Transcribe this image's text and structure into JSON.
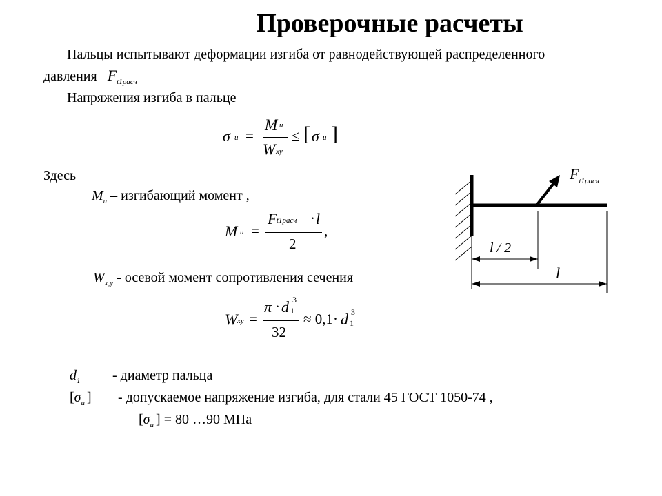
{
  "title": "Проверочные расчеты",
  "intro": {
    "line1": "Пальцы испытывают деформации изгиба от равнодействующей распределенного",
    "line2": "давления",
    "force_symbol": "F",
    "force_sub": "t1расч"
  },
  "stress_label": "Напряжения изгиба в пальце",
  "formula_sigma": {
    "sigma": "σ",
    "sub": "и",
    "eq": "=",
    "num": "M",
    "num_sub": "и",
    "den": "W",
    "den_sub": "xy",
    "leq": "≤",
    "lbr": "[",
    "rbr": "]"
  },
  "here": "Здесь",
  "moment": {
    "sym": "M",
    "sub": "и",
    "desc": "– изгибающий момент ,"
  },
  "formula_moment": {
    "lhs": "M",
    "lhs_sub": "и",
    "eq": "=",
    "num_F": "F",
    "num_sub": "t1расч",
    "num_dot": "·",
    "num_l": "l",
    "den": "2",
    "comma": ","
  },
  "section_modulus": {
    "sym": "W",
    "sub": "x,y",
    "desc": "-  осевой момент сопротивления сечения"
  },
  "formula_w": {
    "lhs": "W",
    "lhs_sub": "xy",
    "eq": "=",
    "num_pi": "π",
    "num_dot": "·",
    "num_d": "d",
    "num_d_sub": "1",
    "num_d_sup": "3",
    "den": "32",
    "approx": "≈ 0,1·",
    "rhs_d": "d",
    "rhs_sub": "1",
    "rhs_sup": "3"
  },
  "defs": {
    "d1_sym": "d",
    "d1_sub": "1",
    "d1_desc": "- диаметр пальца",
    "sig_lbr": "[",
    "sig_sym": "σ",
    "sig_sub": "и",
    "sig_rbr": "]",
    "sig_desc": "- допускаемое напряжение  изгиба, для стали 45 ГОСТ 1050-74 ,",
    "val_text": "= 80 …90 МПа"
  },
  "diagram": {
    "force_label": "F",
    "force_sub": "t1расч",
    "half_label": "l / 2",
    "full_label": "l"
  }
}
